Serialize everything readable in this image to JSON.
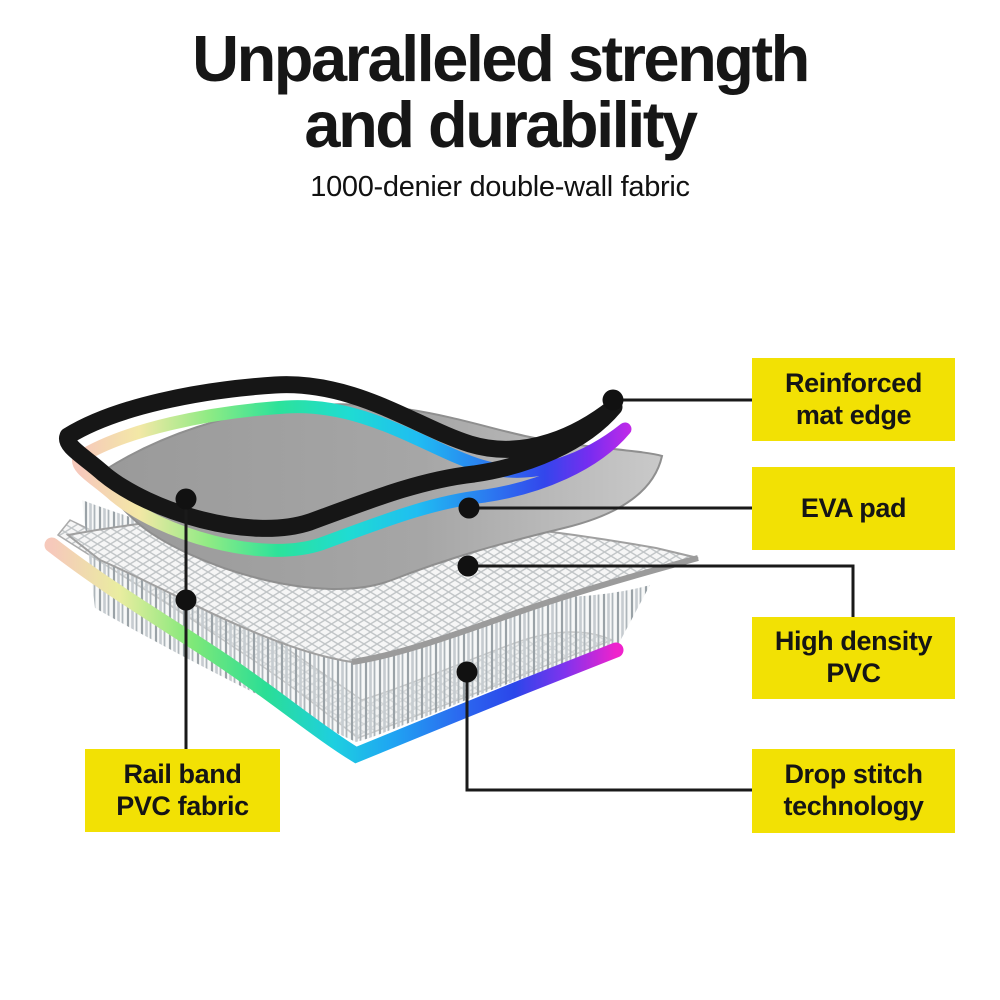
{
  "title": {
    "line1": "Unparalleled strength",
    "line2": "and durability",
    "subtitle": "1000-denier double-wall fabric"
  },
  "labels": {
    "reinforced_mat_edge": {
      "line1": "Reinforced",
      "line2": "mat edge"
    },
    "eva_pad": {
      "line1": "EVA pad",
      "line2": ""
    },
    "high_density_pvc": {
      "line1": "High density",
      "line2": "PVC"
    },
    "drop_stitch": {
      "line1": "Drop stitch",
      "line2": "technology"
    },
    "rail_band": {
      "line1": "Rail band",
      "line2": "PVC fabric"
    }
  },
  "colors": {
    "label_background": "#f2e104",
    "label_text": "#151515",
    "title_text": "#161616",
    "connector": "#1a1a1a",
    "mat_edge_black": "#161616",
    "eva_pad_gray": "#a2a2a2",
    "rainbow_band": [
      "#f6c9bb",
      "#f3e8a6",
      "#8feb84",
      "#2ce29a",
      "#1fdcd2",
      "#1fbdf2",
      "#2b7bf0",
      "#3346ec",
      "#7a2cf0",
      "#ef25d8"
    ]
  }
}
